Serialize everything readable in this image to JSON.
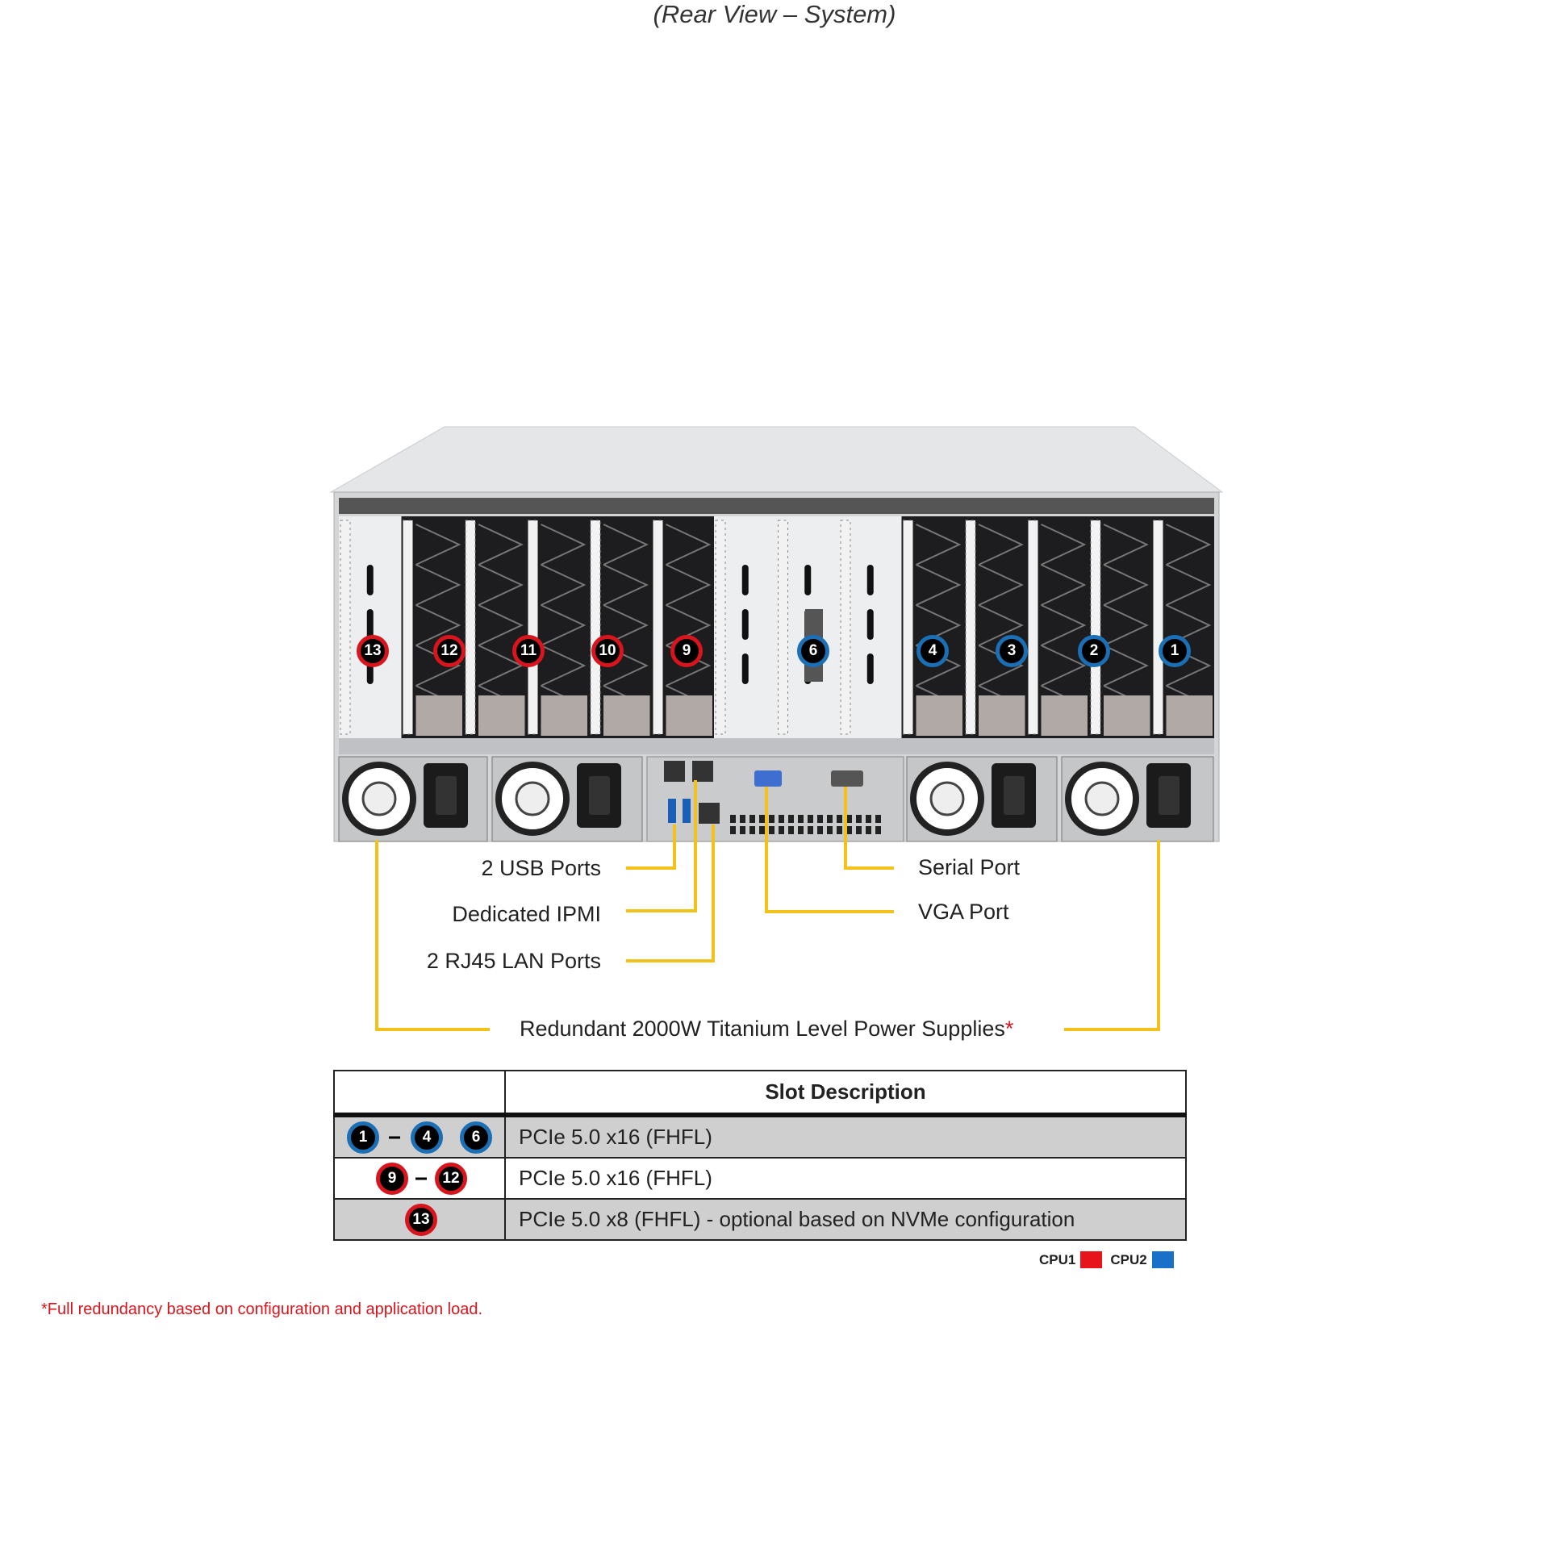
{
  "title": "(Rear View – System)",
  "colors": {
    "cpu1": "#d8141c",
    "cpu2": "#1a6fb5",
    "callout": "#f2c21b"
  },
  "slots": [
    {
      "num": "13",
      "cpu": "cpu1"
    },
    {
      "num": "12",
      "cpu": "cpu1"
    },
    {
      "num": "11",
      "cpu": "cpu1"
    },
    {
      "num": "10",
      "cpu": "cpu1"
    },
    {
      "num": "9",
      "cpu": "cpu1"
    },
    {
      "num": "6",
      "cpu": "cpu2"
    },
    {
      "num": "4",
      "cpu": "cpu2"
    },
    {
      "num": "3",
      "cpu": "cpu2"
    },
    {
      "num": "2",
      "cpu": "cpu2"
    },
    {
      "num": "1",
      "cpu": "cpu2"
    }
  ],
  "callouts": {
    "usb": "2 USB Ports",
    "ipmi": "Dedicated IPMI",
    "lan": "2 RJ45 LAN Ports",
    "serial": "Serial Port",
    "vga": "VGA Port",
    "power": "Redundant 2000W Titanium Level Power Supplies",
    "power_asterisk": "*"
  },
  "table": {
    "header": "Slot Description",
    "rows": [
      {
        "badges": [
          "1",
          "4",
          "6"
        ],
        "separator": "–",
        "description": "PCIe 5.0 x16 (FHFL)"
      },
      {
        "badges": [
          "9",
          "12"
        ],
        "separator": "–",
        "description": "PCIe 5.0 x16 (FHFL)"
      },
      {
        "badges": [
          "13"
        ],
        "description": "PCIe 5.0 x8 (FHFL) - optional based on NVMe configuration"
      }
    ]
  },
  "legend": {
    "cpu1": "CPU1",
    "cpu2": "CPU2"
  },
  "footnote": "*Full redundancy based on configuration and application load."
}
